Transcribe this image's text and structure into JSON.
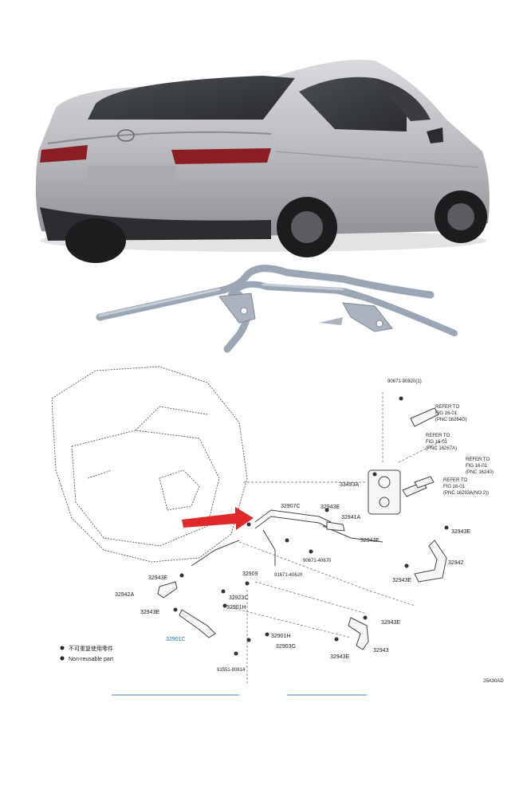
{
  "diagram": {
    "corner_code": "25A30AD",
    "legend": {
      "chinese": "不可重复使用零件",
      "english": "Non-reusable part"
    },
    "parts": {
      "p1": "90671-80820(1)",
      "refer1_a": "REFER TO",
      "refer1_b": "FIG 16-01",
      "refer1_c": "(PNC 16264G)",
      "refer2_a": "REFER TO",
      "refer2_b": "FIG 16-01",
      "refer2_c": "(PNC 16267A)",
      "refer3_a": "REFER TO",
      "refer3_b": "FIG 16-01",
      "refer3_c": "(PNC 16240)",
      "refer4_a": "REFER TO",
      "refer4_b": "FIG 16-01",
      "refer4_c": "(PNC 16293A(NO.2))",
      "p33493a": "33493A",
      "p32907c": "32907C",
      "p32943e_a": "32943E",
      "p32941a": "32941A",
      "p32943e_b": "32943E",
      "p32943f": "32943F",
      "p32942": "32942",
      "p32943e_c": "32943E",
      "p32943e_d": "32943E",
      "p90671": "90671-40670",
      "p91671": "91671-40620",
      "p32909": "32909",
      "p32942a": "32942A",
      "p32943e_e": "32943E",
      "p32923c": "32923C",
      "p32901h_a": "32901H",
      "p32901c": "32901C",
      "p32901h_b": "32901H",
      "p32903g": "32903G",
      "p32943e_f": "32943E",
      "p32943e_g": "32943E",
      "p32943": "32943",
      "p91551": "91551-80814"
    }
  }
}
